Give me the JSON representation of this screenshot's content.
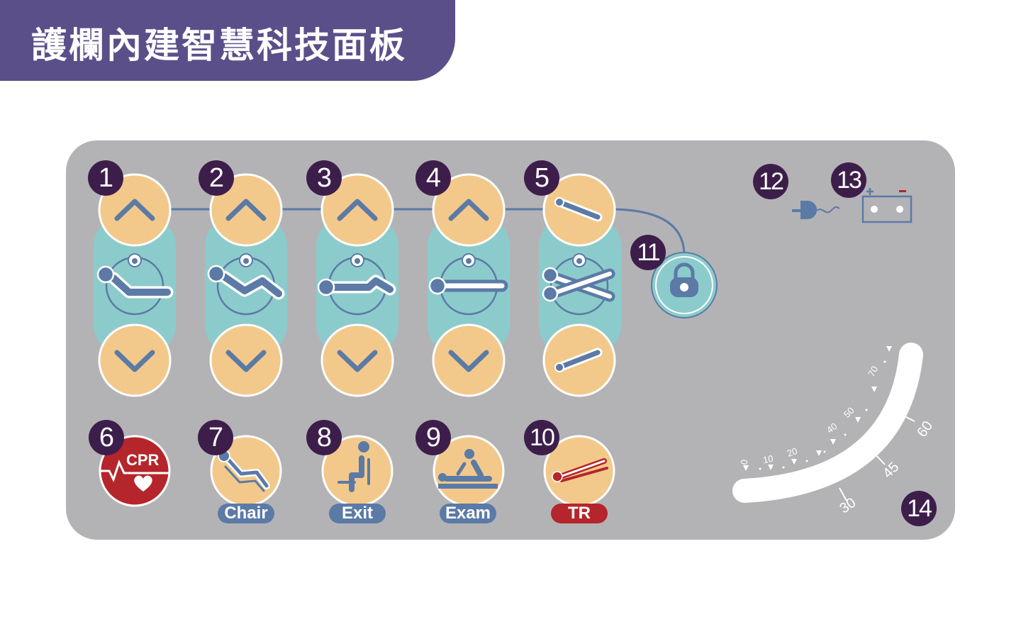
{
  "title": "護欄內建智慧科技面板",
  "colors": {
    "banner": "#5b4f8a",
    "panel": "#b3b3b6",
    "button": "#f2c98b",
    "teal": "#8ccbcb",
    "icon": "#5b7aa6",
    "badge": "#3d1e4a",
    "red": "#b4262b"
  },
  "markers": [
    "1",
    "2",
    "3",
    "4",
    "5",
    "6",
    "7",
    "8",
    "9",
    "10",
    "11",
    "12",
    "13",
    "14"
  ],
  "row_buttons": [
    {
      "icon": "back-raise-icon"
    },
    {
      "icon": "knee-raise-icon"
    },
    {
      "icon": "height-icon"
    },
    {
      "icon": "flat-bed-icon"
    },
    {
      "icon": "tilt-icon"
    }
  ],
  "functions": [
    {
      "icon": "cpr-heart-icon",
      "text": "CPR"
    },
    {
      "icon": "chair-position-icon",
      "label": "Chair"
    },
    {
      "icon": "exit-position-icon",
      "label": "Exit"
    },
    {
      "icon": "exam-position-icon",
      "label": "Exam"
    },
    {
      "icon": "trendelenburg-icon",
      "label": "TR"
    }
  ],
  "status": {
    "lock": "lock-icon",
    "plug": "power-plug-icon",
    "battery": "battery-icon"
  },
  "angle_gauge": {
    "small_ticks": [
      "0",
      "10",
      "20",
      "40",
      "50",
      "70"
    ],
    "major_ticks": [
      "30",
      "45",
      "60"
    ]
  }
}
